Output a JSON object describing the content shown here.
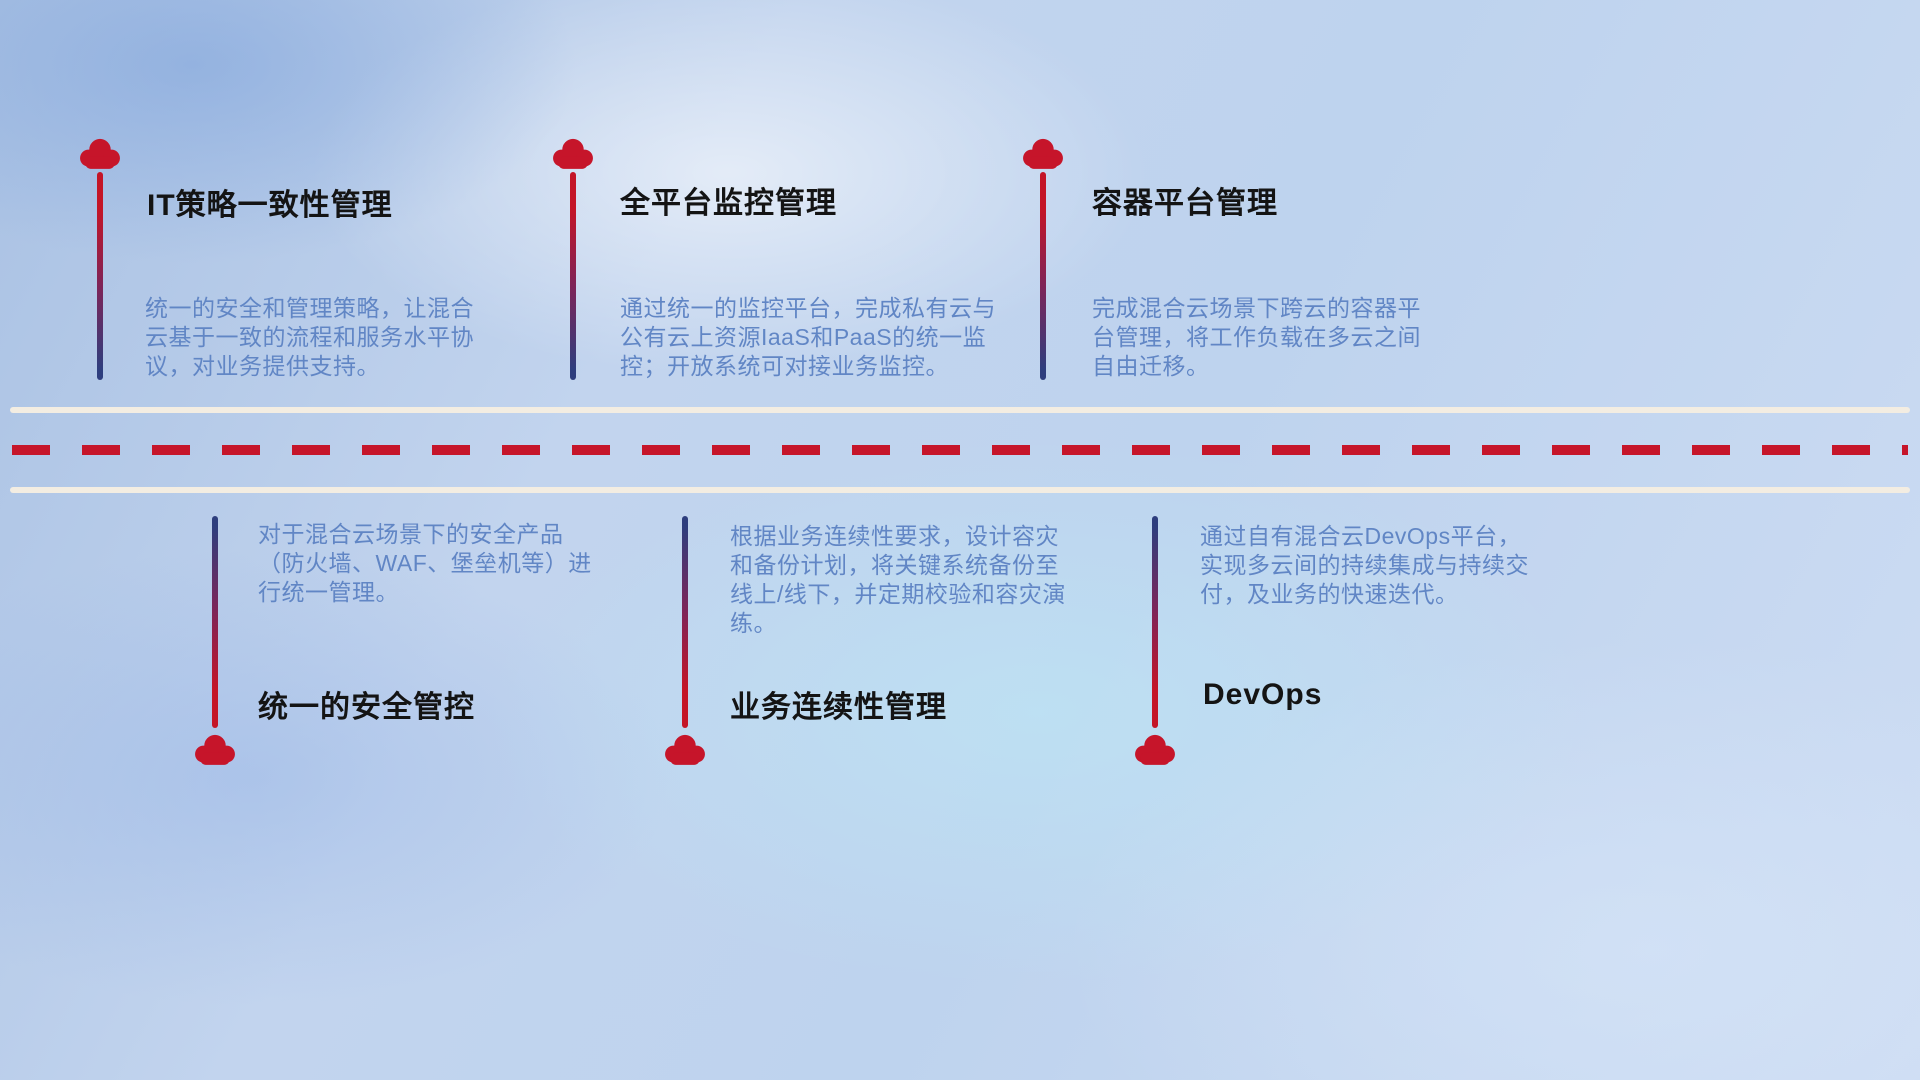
{
  "top_items": [
    {
      "title": "IT策略一致性管理",
      "body": "统一的安全和管理策略，让混合云基于一致的流程和服务水平协议，对业务提供支持。"
    },
    {
      "title": "全平台监控管理",
      "body": "通过统一的监控平台，完成私有云与公有云上资源IaaS和PaaS的统一监控；开放系统可对接业务监控。"
    },
    {
      "title": "容器平台管理",
      "body": "完成混合云场景下跨云的容器平台管理，将工作负载在多云之间自由迁移。"
    }
  ],
  "bottom_items": [
    {
      "title": "统一的安全管控",
      "body": "对于混合云场景下的安全产品（防火墙、WAF、堡垒机等）进行统一管理。"
    },
    {
      "title": "业务连续性管理",
      "body": "根据业务连续性要求，设计容灾和备份计划，将关键系统备份至线上/线下，并定期校验和容灾演练。"
    },
    {
      "title": "DevOps",
      "body": "通过自有混合云DevOps平台，实现多云间的持续集成与持续交付，及业务的快速迭代。"
    }
  ],
  "colors": {
    "cloud_red": "#c6152a",
    "line_navy": "#2e3e7e",
    "dash_red": "#c6152a",
    "road_white": "#f3ede2",
    "title_text": "#141414",
    "body_text": "#6186c5",
    "background_blue": "#bed3ee"
  },
  "icons": {
    "marker": "cloud-icon"
  }
}
